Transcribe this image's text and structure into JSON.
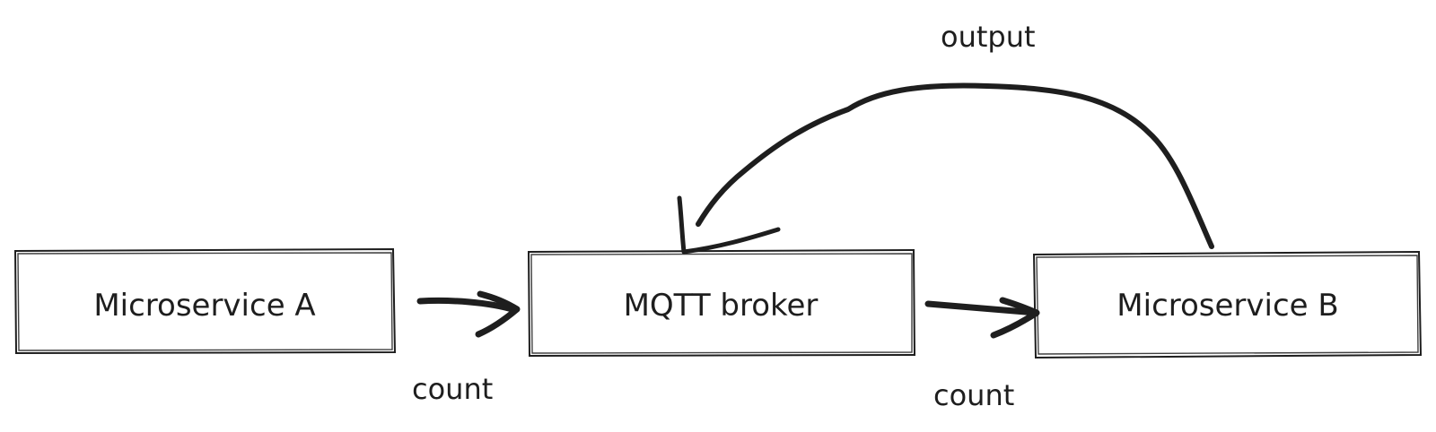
{
  "nodes": {
    "microservice_a": "Microservice A",
    "mqtt_broker": "MQTT broker",
    "microservice_b": "Microservice B"
  },
  "edges": {
    "a_to_broker": "count",
    "broker_to_b": "count",
    "b_to_broker": "output"
  },
  "colors": {
    "stroke": "#1e1e1e",
    "background": "#ffffff"
  }
}
